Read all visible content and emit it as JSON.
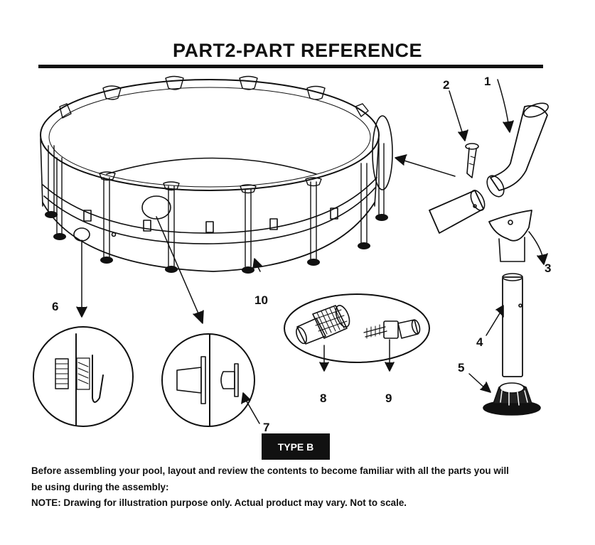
{
  "title": "PART2-PART REFERENCE",
  "badge": "TYPE B",
  "paragraph": {
    "line1": "Before assembling your pool, layout and review the contents to become familiar with all the parts you will",
    "line2": "be using during the assembly:",
    "note": "NOTE: Drawing for illustration purpose only. Actual product may vary.  Not to scale."
  },
  "part_numbers": [
    "1",
    "2",
    "3",
    "4",
    "5",
    "6",
    "7",
    "8",
    "9",
    "10"
  ]
}
